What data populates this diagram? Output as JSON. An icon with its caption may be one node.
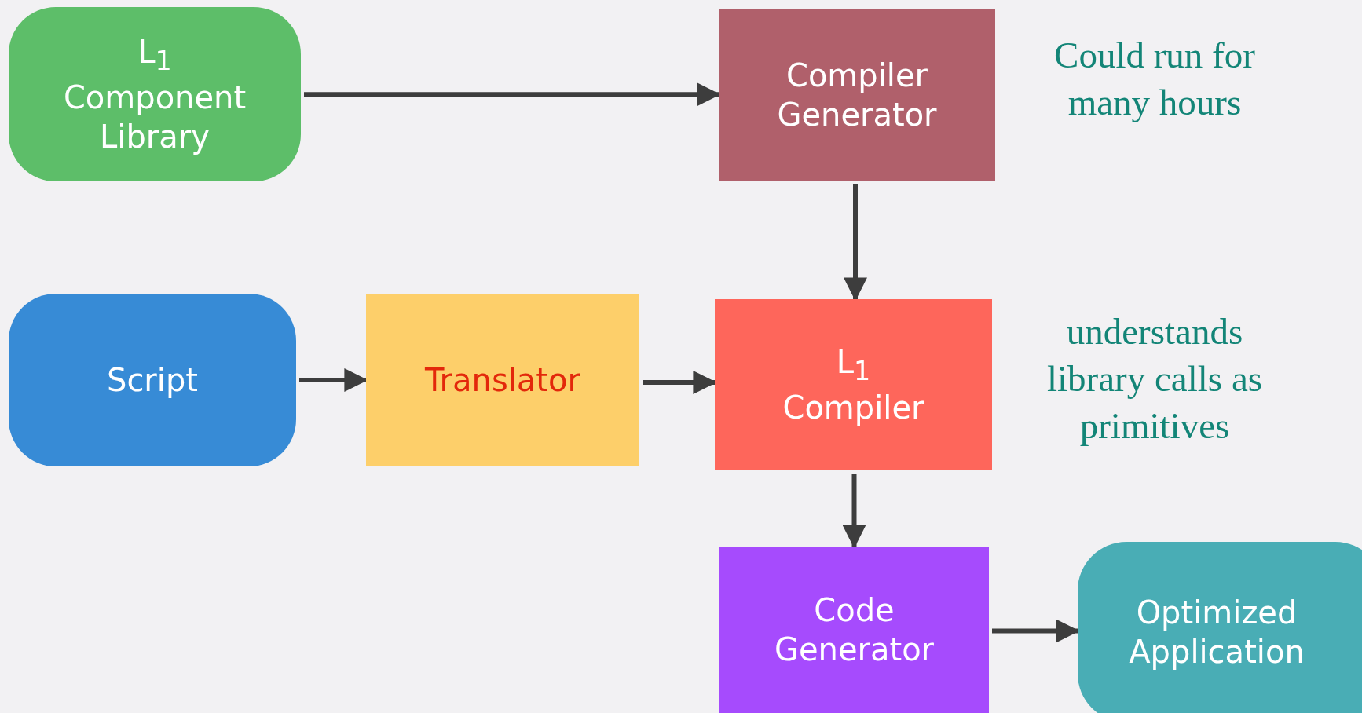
{
  "diagram": {
    "nodes": [
      {
        "text": [
          "L$_{1}$",
          "Component Library"
        ]
      },
      {
        "text": [
          "Compiler Generator"
        ]
      },
      {
        "text": [
          "Script"
        ]
      },
      {
        "text": [
          "Translator"
        ]
      },
      {
        "text": [
          "L$_{1}$",
          "Compiler"
        ]
      },
      {
        "text": [
          "Code Generator"
        ]
      },
      {
        "text": [
          "Optimized Application"
        ]
      }
    ],
    "edges": [
      {
        "from": 0,
        "to": 1,
        "arrow": "to"
      },
      {
        "from": 1,
        "to": 4,
        "arrow": "to"
      },
      {
        "from": 2,
        "to": 3,
        "arrow": "to"
      },
      {
        "from": 3,
        "to": 4,
        "arrow": "to"
      },
      {
        "from": 4,
        "to": 5,
        "arrow": "to"
      },
      {
        "from": 5,
        "to": 6,
        "arrow": "to"
      }
    ],
    "labels": [
      "Could run for many hours",
      "understands library calls as primitives"
    ]
  }
}
